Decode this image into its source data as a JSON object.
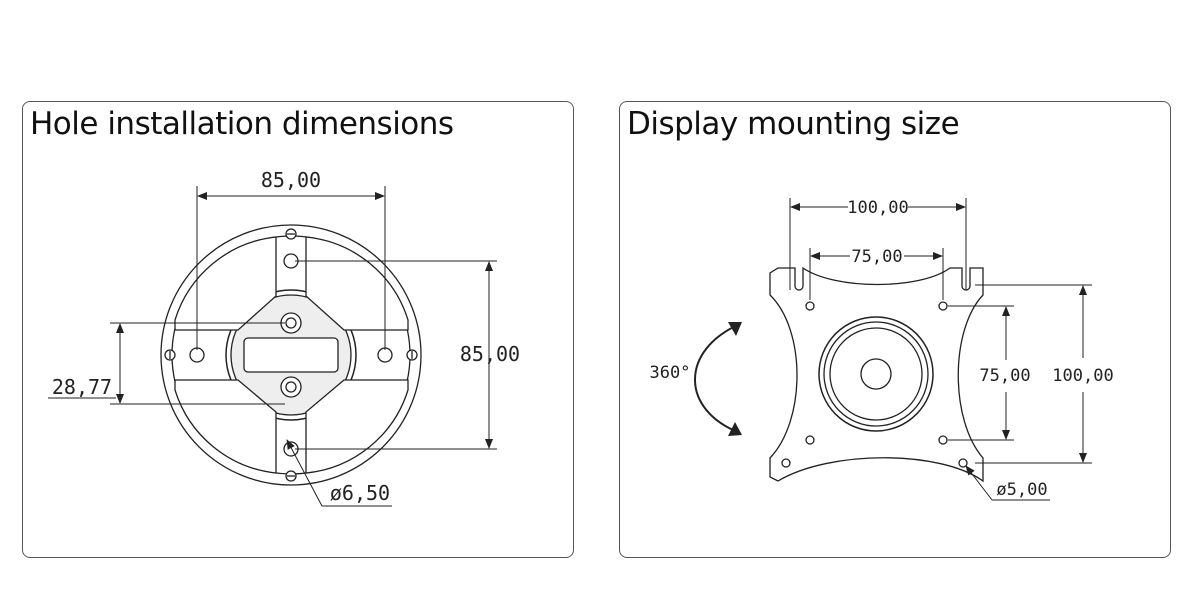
{
  "left_panel": {
    "title": "Hole installation dimensions",
    "dim_top": "85,00",
    "dim_right": "85,00",
    "dim_left": "28,77",
    "dim_hole": "ø6,50"
  },
  "right_panel": {
    "title": "Display mounting size",
    "dim_outer_width": "100,00",
    "dim_inner_width": "75,00",
    "dim_inner_height": "75,00",
    "dim_outer_height": "100,00",
    "dim_hole": "ø5,00",
    "rotation": "360°"
  }
}
